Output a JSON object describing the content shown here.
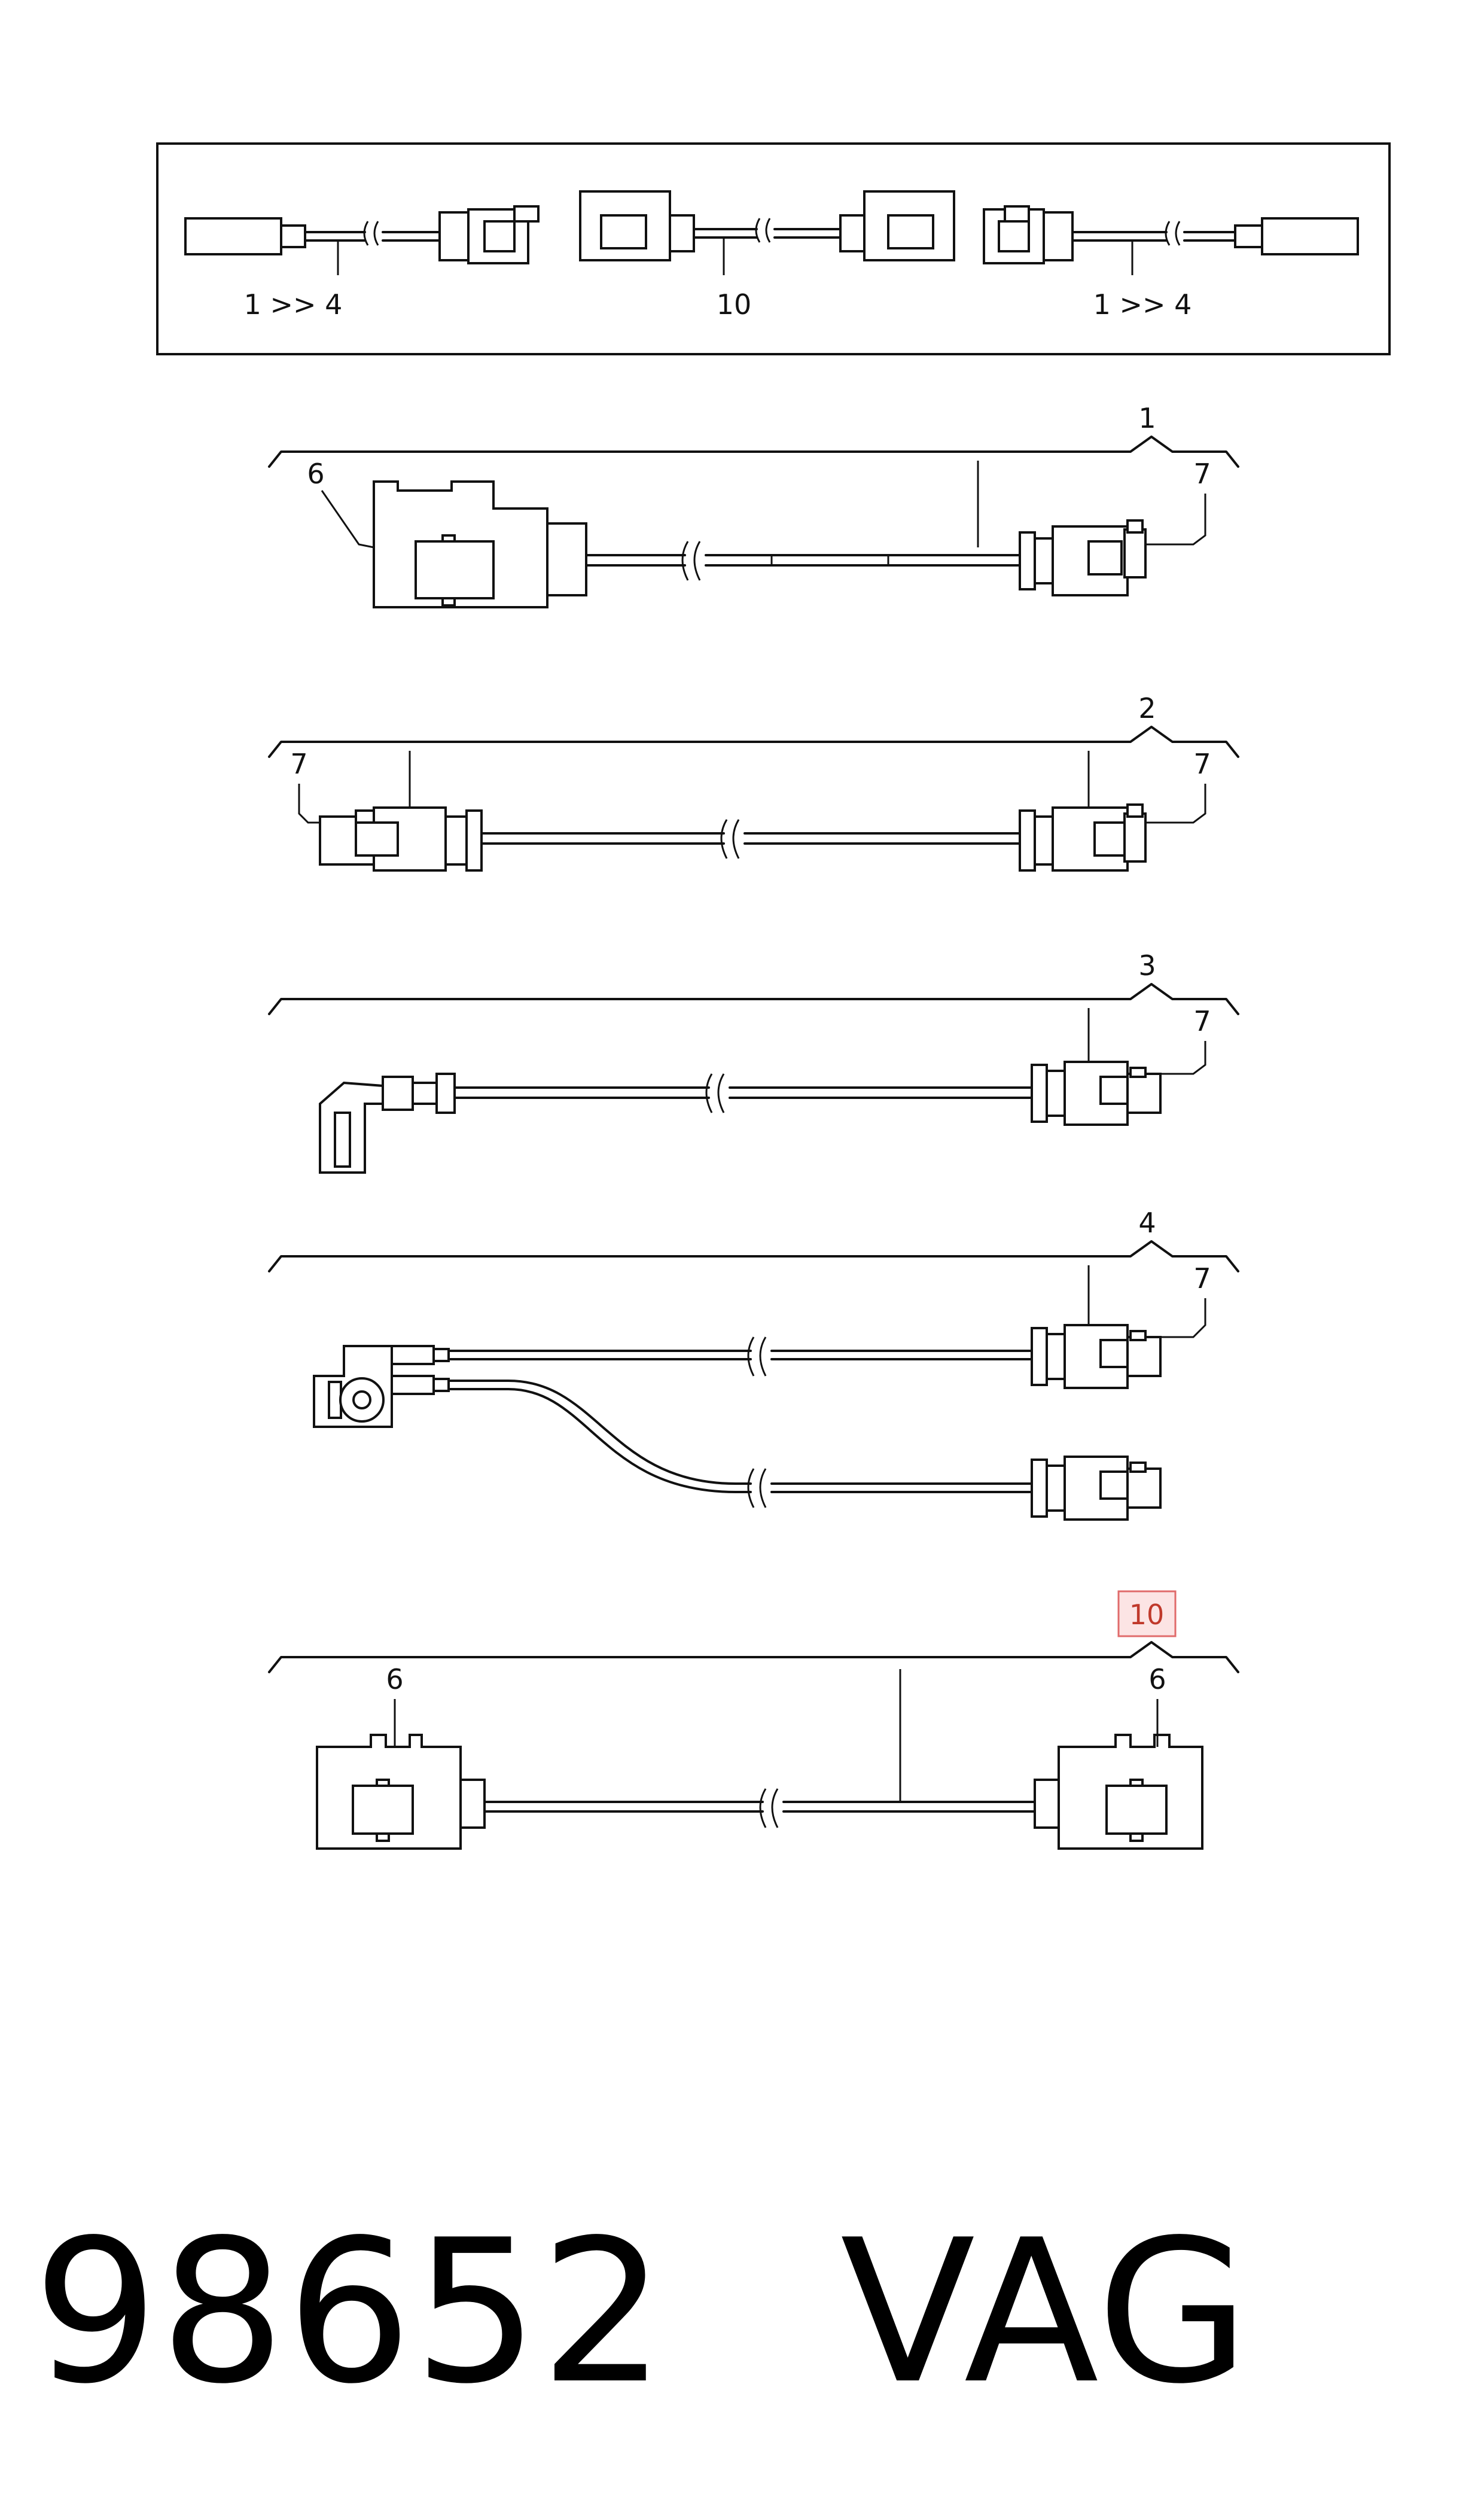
{
  "overview": {
    "labels": [
      "1 >> 4",
      "10",
      "1 >> 4"
    ]
  },
  "assemblies": [
    {
      "number": "1",
      "left_callout": "6",
      "right_callout": "7"
    },
    {
      "number": "2",
      "left_callout": "7",
      "right_callout": "7"
    },
    {
      "number": "3",
      "right_callout": "7"
    },
    {
      "number": "4",
      "right_callout": "7"
    },
    {
      "number": "10",
      "left_callout": "6",
      "right_callout": "6",
      "highlighted": true
    }
  ],
  "caption": {
    "part_number": "98652",
    "brand": "VAG"
  },
  "colors": {
    "line": "#111111",
    "highlight_fill": "#fce4e4",
    "highlight_stroke": "#e06b6b",
    "highlight_text": "#c0392b"
  }
}
